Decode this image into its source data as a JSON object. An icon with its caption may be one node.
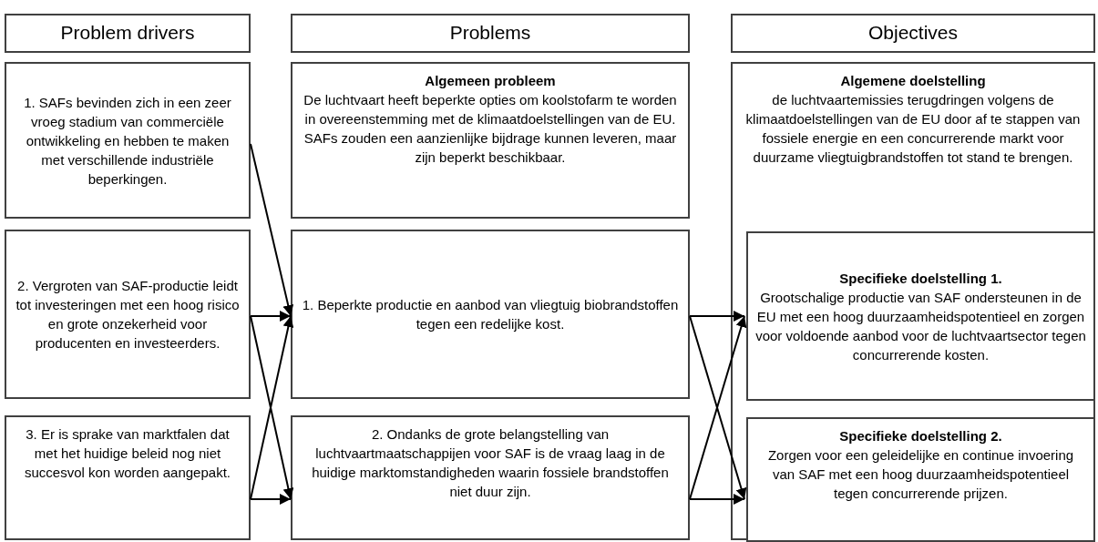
{
  "diagram": {
    "nodes": [
      {
        "text": [
          "Problem drivers"
        ]
      },
      {
        "text": [
          "Problems"
        ]
      },
      {
        "text": [
          "Objectives"
        ]
      },
      {
        "text": [
          "1. SAFs bevinden zich in een zeer vroeg stadium van commerciële ontwikkeling en hebben te maken met verschillende industriële beperkingen."
        ]
      },
      {
        "text": [
          "Algemeen probleem",
          "De luchtvaart heeft beperkte opties om koolstofarm te worden in overeenstemming met de klimaatdoelstellingen van de EU. SAFs zouden een aanzienlijke bijdrage kunnen leveren, maar zijn beperkt beschikbaar."
        ]
      },
      {
        "text": [
          "Algemene doelstelling",
          "de luchtvaartemissies terugdringen volgens de klimaatdoelstellingen van de EU door af te stappen van fossiele energie en een concurrerende markt voor duurzame vliegtuigbrandstoffen tot stand te brengen."
        ]
      },
      {
        "text": [
          "2. Vergroten van SAF-productie leidt tot investeringen met een hoog risico en grote onzekerheid voor producenten en investeerders."
        ]
      },
      {
        "text": [
          "1. Beperkte productie en aanbod van vliegtuig biobrandstoffen tegen een redelijke kost."
        ]
      },
      {
        "text": [
          "Specifieke doelstelling 1.",
          "Grootschalige productie van SAF ondersteunen in de EU met een hoog duurzaamheidspotentieel en zorgen voor voldoende aanbod voor de luchtvaartsector tegen concurrerende kosten."
        ],
        "in": 5
      },
      {
        "text": [
          "3. Er is sprake van marktfalen dat met het huidige beleid nog niet succesvol kon worden aangepakt."
        ]
      },
      {
        "text": [
          "2. Ondanks de grote belangstelling van luchtvaartmaatschappijen voor SAF is de vraag laag in de huidige marktomstandigheden waarin fossiele brandstoffen niet duur zijn."
        ]
      },
      {
        "text": [
          "Specifieke doelstelling 2.",
          "Zorgen voor een geleidelijke en continue invoering van SAF met een hoog duurzaamheidspotentieel tegen concurrerende prijzen."
        ],
        "in": 5
      }
    ],
    "edges": [
      {
        "from": 3,
        "to": 7,
        "arrow": "to"
      },
      {
        "from": 6,
        "to": 7,
        "arrow": "to"
      },
      {
        "from": 6,
        "to": 10,
        "arrow": "to"
      },
      {
        "from": 9,
        "to": 7,
        "arrow": "to"
      },
      {
        "from": 9,
        "to": 10,
        "arrow": "to"
      },
      {
        "from": 7,
        "to": 8,
        "arrow": "to"
      },
      {
        "from": 7,
        "to": 11,
        "arrow": "to"
      },
      {
        "from": 10,
        "to": 8,
        "arrow": "to"
      },
      {
        "from": 10,
        "to": 11,
        "arrow": "to"
      }
    ]
  }
}
